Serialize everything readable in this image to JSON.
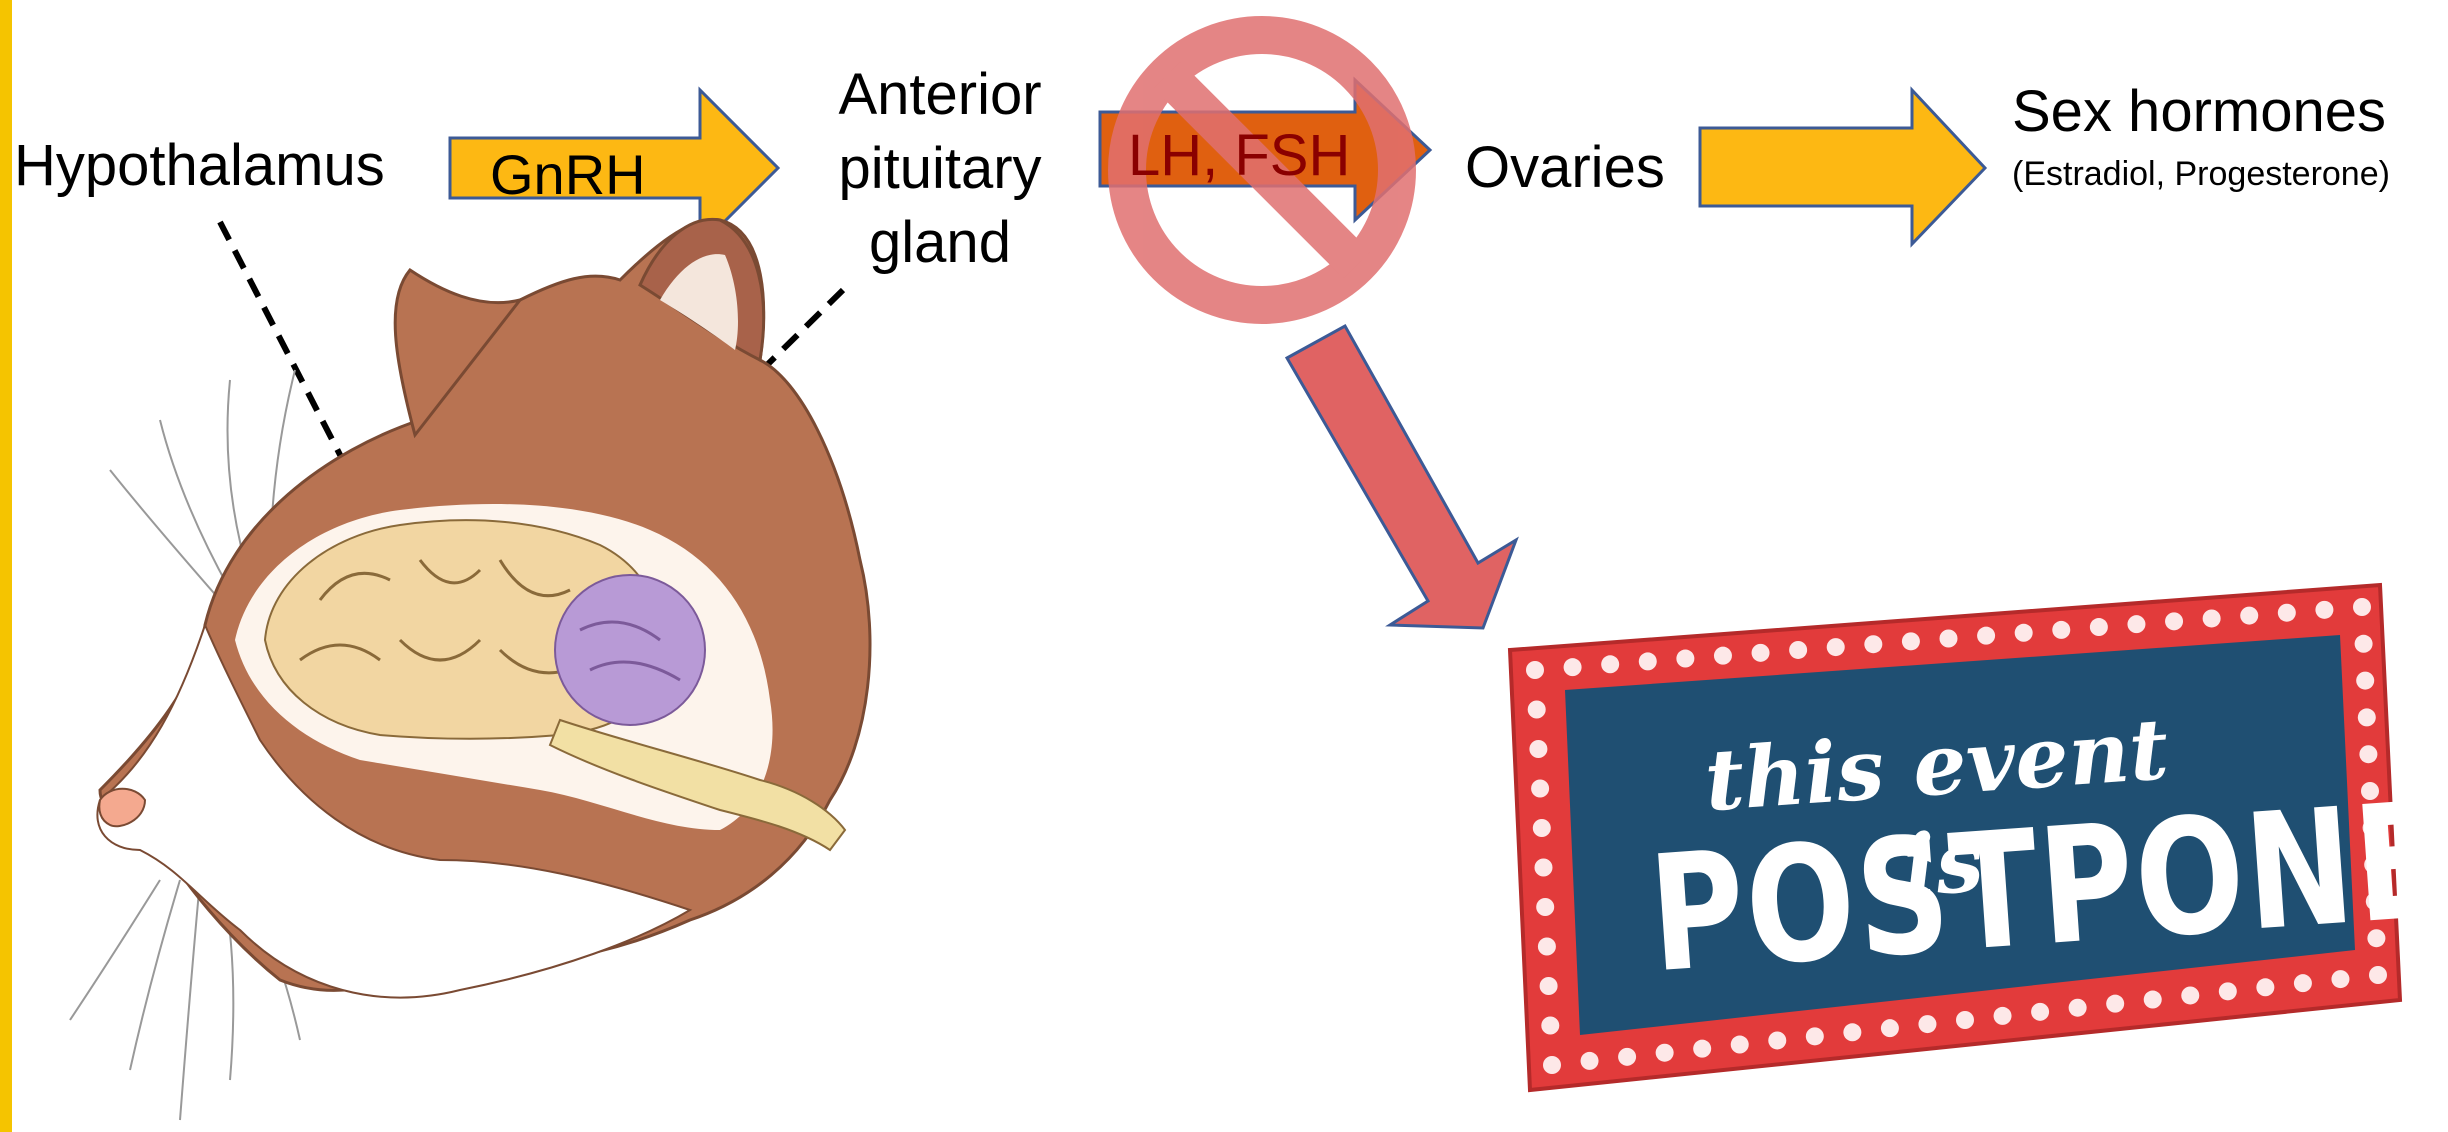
{
  "colors": {
    "accent_bar": "#f5c400",
    "arrow_fill": "#fdb813",
    "arrow_stroke": "#3c5a96",
    "blocked_arrow_fill": "#e06010",
    "prohibit_sign": "#e07070",
    "postponed_arrow": "#e06363",
    "marquee_frame": "#e23b3b",
    "marquee_panel": "#1f4f72",
    "bulb": "#fde8e8"
  },
  "nodes": {
    "hypothalamus": "Hypothalamus",
    "pituitary": [
      "Anterior",
      "pituitary",
      "gland"
    ],
    "ovaries": "Ovaries",
    "sex_hormones": "Sex hormones",
    "sex_hormones_detail": "(Estradiol, Progesterone)"
  },
  "arrows": {
    "gnrh": "GnRH",
    "lh_fsh": "LH, FSH"
  },
  "icons": {
    "prohibit": "prohibition-icon",
    "cat": "cat-brain-illustration",
    "sign": "postponed-sign"
  },
  "sign": {
    "line1": "this event is",
    "line2": "POSTPONED"
  }
}
